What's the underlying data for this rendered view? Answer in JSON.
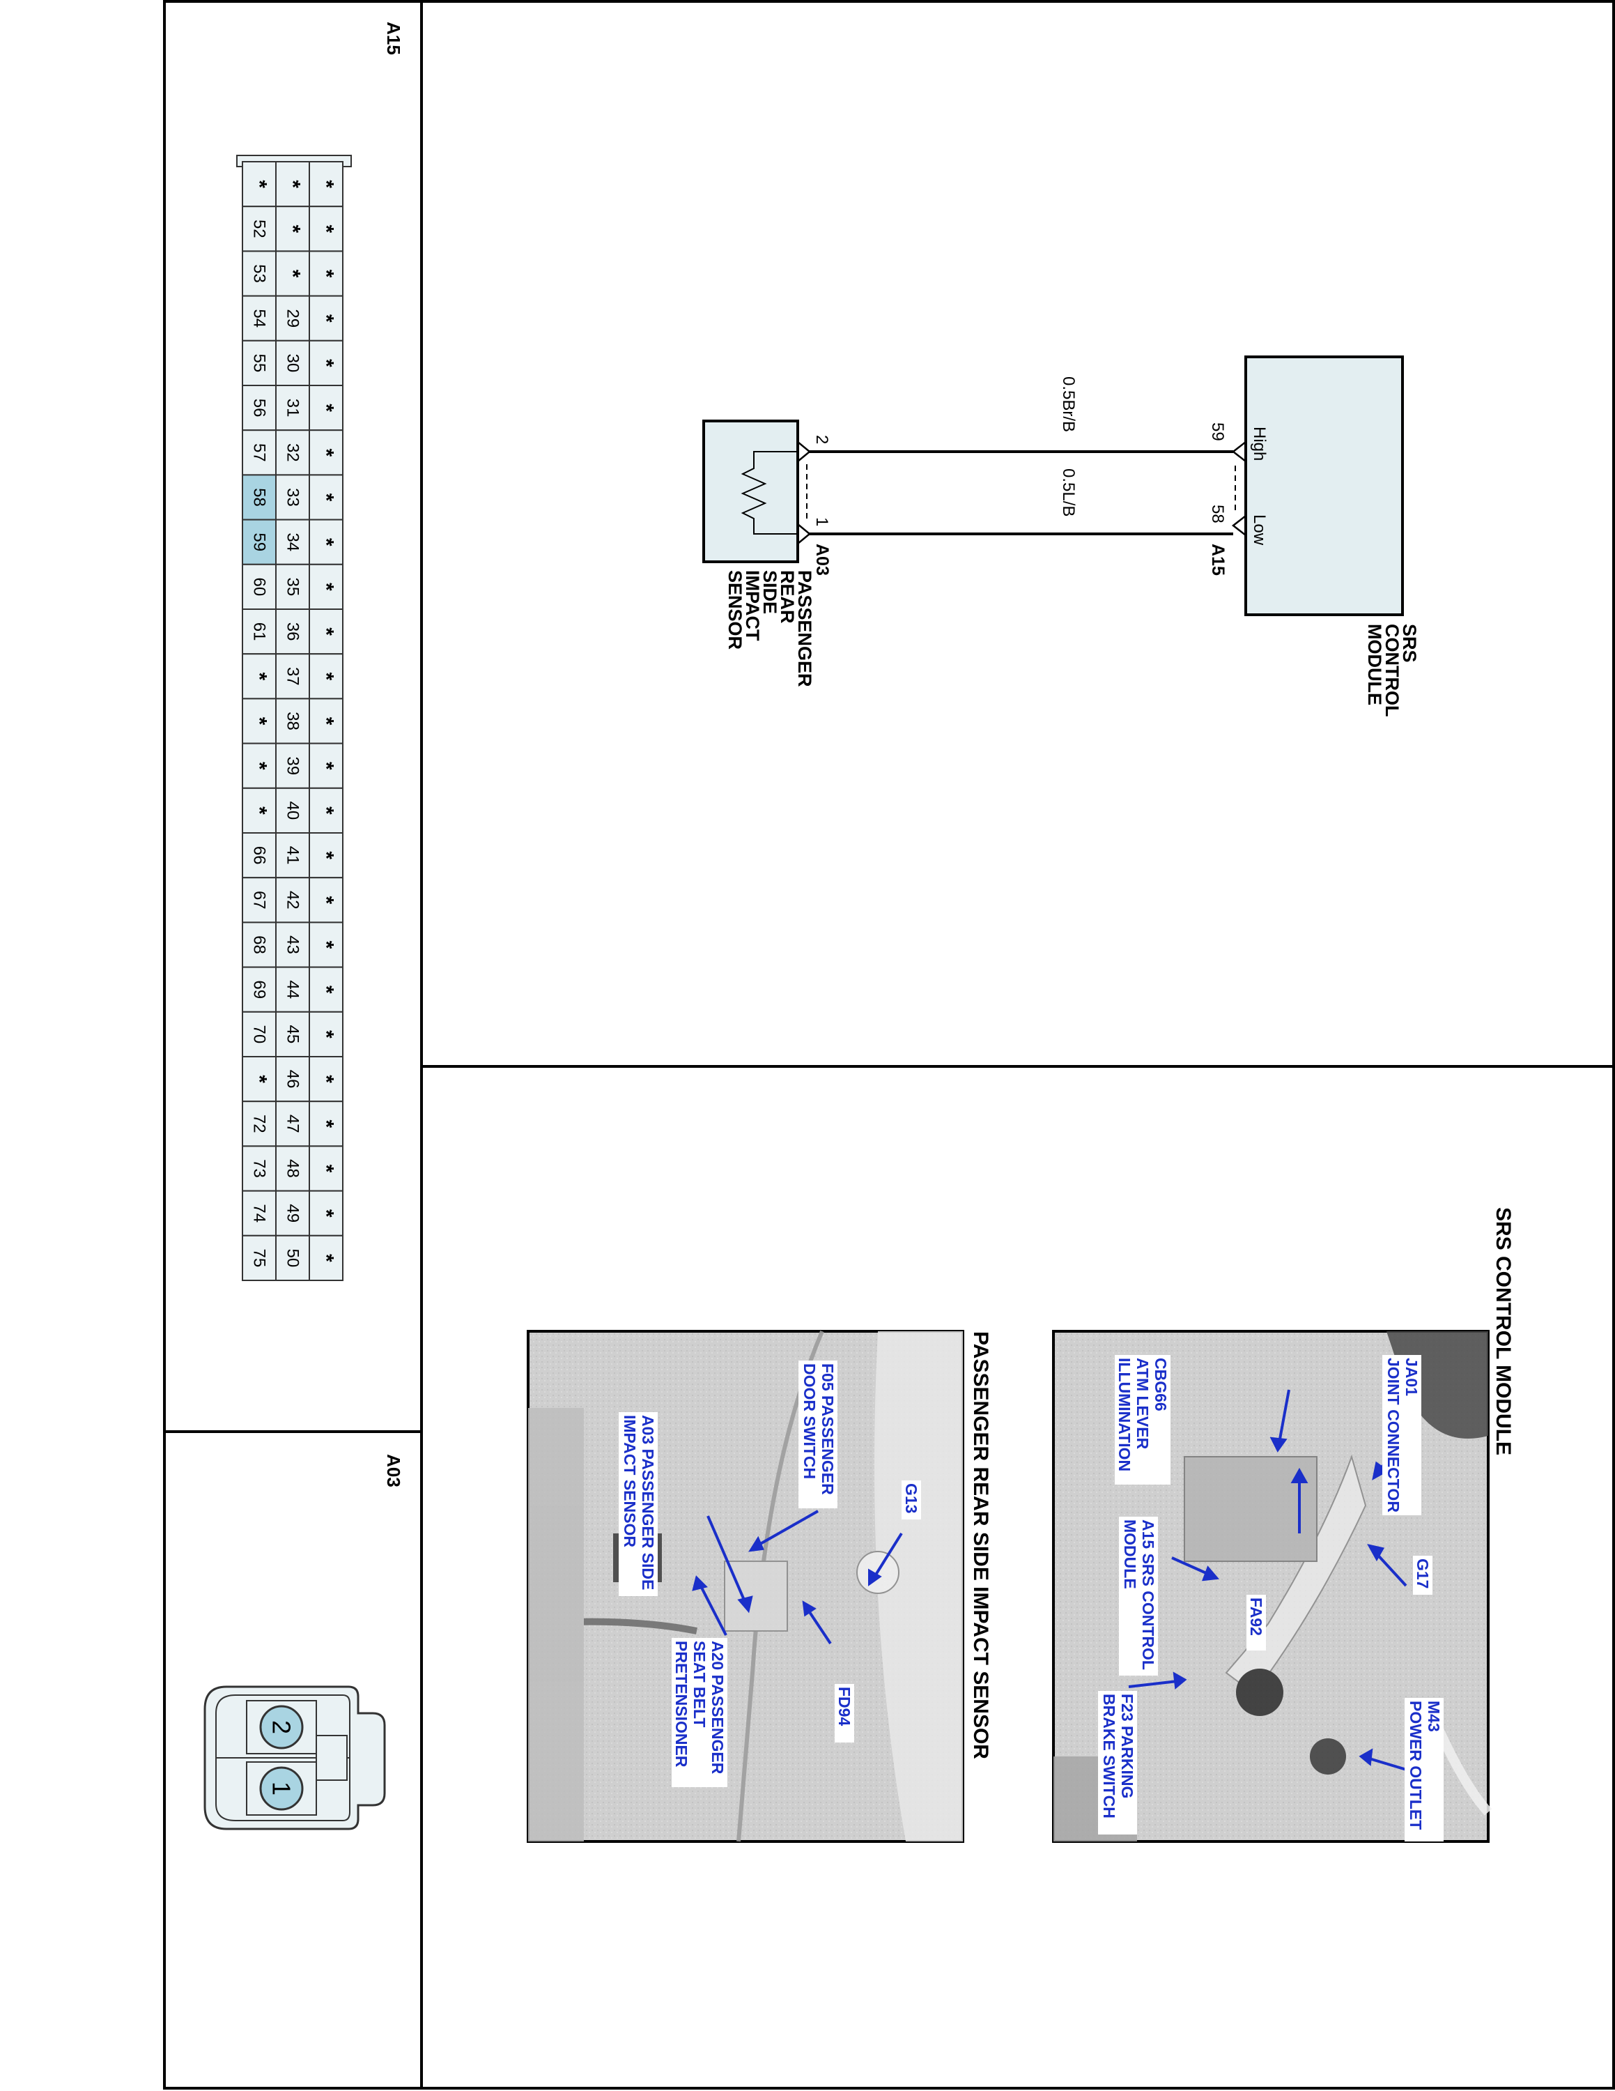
{
  "connector_a15": {
    "title": "A15",
    "rows": [
      [
        "*",
        "*",
        "*"
      ],
      [
        "52",
        "*",
        "*"
      ],
      [
        "53",
        "*",
        "*"
      ],
      [
        "54",
        "29",
        "*"
      ],
      [
        "55",
        "30",
        "*"
      ],
      [
        "56",
        "31",
        "*"
      ],
      [
        "57",
        "32",
        "*"
      ],
      [
        "58",
        "33",
        "*"
      ],
      [
        "59",
        "34",
        "*"
      ],
      [
        "60",
        "35",
        "*"
      ],
      [
        "61",
        "36",
        "*"
      ],
      [
        "*",
        "37",
        "*"
      ],
      [
        "*",
        "38",
        "*"
      ],
      [
        "*",
        "39",
        "*"
      ],
      [
        "*",
        "40",
        "*"
      ],
      [
        "66",
        "41",
        "*"
      ],
      [
        "67",
        "42",
        "*"
      ],
      [
        "68",
        "43",
        "*"
      ],
      [
        "69",
        "44",
        "*"
      ],
      [
        "70",
        "45",
        "*"
      ],
      [
        "*",
        "46",
        "*"
      ],
      [
        "72",
        "47",
        "*"
      ],
      [
        "73",
        "48",
        "*"
      ],
      [
        "74",
        "49",
        "*"
      ],
      [
        "75",
        "50",
        "*"
      ]
    ],
    "highlighted": [
      "58",
      "59"
    ],
    "highlight_color": "#a9d4e2",
    "cell_color": "#eaf2f4"
  },
  "connector_a03": {
    "title": "A03",
    "pins": [
      "2",
      "1"
    ],
    "pin_color": "#a9d4e2"
  },
  "schematic": {
    "srs_module": {
      "label_lines": [
        "SRS",
        "CONTROL",
        "MODULE"
      ],
      "fill": "#e3eef1",
      "high_label": "High",
      "low_label": "Low",
      "pin_high": "59",
      "pin_low": "58",
      "connector_id": "A15"
    },
    "wires": [
      {
        "label": "0.5Br/B"
      },
      {
        "label": "0.5L/B"
      }
    ],
    "sensor": {
      "label_lines": [
        "PASSENGER",
        "REAR",
        "SIDE",
        "IMPACT",
        "SENSOR"
      ],
      "fill": "#e3eef1",
      "pin_2": "2",
      "pin_1": "1",
      "connector_id": "A03"
    }
  },
  "photos": {
    "srs_control_module": {
      "title": "SRS CONTROL MODULE",
      "callouts": [
        {
          "lines": [
            "JA01",
            "JOINT CONNECTOR"
          ]
        },
        {
          "lines": [
            "G17"
          ]
        },
        {
          "lines": [
            "M43",
            "POWER OUTLET"
          ]
        },
        {
          "lines": [
            "CBG66",
            "ATM LEVER",
            "ILLUMINATION"
          ]
        },
        {
          "lines": [
            "FA92"
          ]
        },
        {
          "lines": [
            "A15 SRS CONTROL",
            "MODULE"
          ]
        },
        {
          "lines": [
            "F23 PARKING",
            "BRAKE SWITCH"
          ]
        }
      ]
    },
    "passenger_rear_side_impact_sensor": {
      "title": "PASSENGER REAR SIDE IMPACT SENSOR",
      "callouts": [
        {
          "lines": [
            "F05 PASSENGER",
            "DOOR SWITCH"
          ]
        },
        {
          "lines": [
            "G13"
          ]
        },
        {
          "lines": [
            "A03 PASSENGER SIDE",
            "IMPACT SENSOR"
          ]
        },
        {
          "lines": [
            "FD94"
          ]
        },
        {
          "lines": [
            "A20 PASSENGER",
            "SEAT BELT",
            "PRETENSIONER"
          ]
        }
      ]
    },
    "callout_text_color": "#1a2fc9"
  }
}
